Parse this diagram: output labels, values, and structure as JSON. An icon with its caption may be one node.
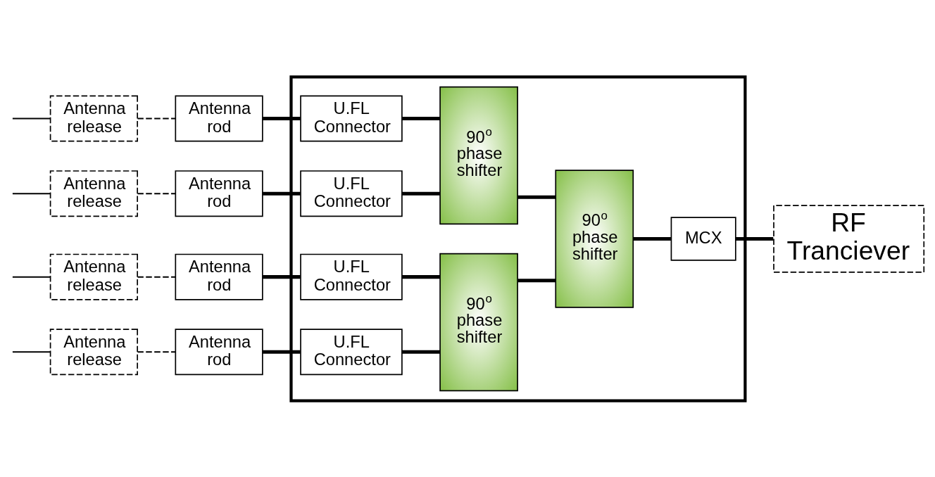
{
  "diagram": {
    "nodes": [
      {
        "text": [],
        "shape": "box"
      },
      {
        "text": [
          "Antenna release"
        ]
      },
      {
        "text": [
          "Antenna rod"
        ]
      },
      {
        "text": [
          "U.FL Connector"
        ],
        "in": 0
      },
      {
        "text": [
          "Antenna release"
        ]
      },
      {
        "text": [
          "Antenna rod"
        ]
      },
      {
        "text": [
          "U.FL Connector"
        ],
        "in": 0
      },
      {
        "text": [
          "90$^{o}$ phase shifter"
        ],
        "in": 0
      },
      {
        "text": [
          "90$^{o}$ phase shifter"
        ],
        "in": 0
      },
      {
        "text": [
          "MCX"
        ],
        "in": 0
      },
      {
        "text": [
          "RF Tranciever"
        ]
      },
      {
        "text": [
          "Antenna release"
        ]
      },
      {
        "text": [
          "Antenna rod"
        ]
      },
      {
        "text": [
          "U.FL Connector"
        ],
        "in": 0
      },
      {
        "text": [
          "Antenna release"
        ]
      },
      {
        "text": [
          "Antenna rod"
        ]
      },
      {
        "text": [
          "U.FL Connector"
        ],
        "in": 0
      },
      {
        "text": [
          "90$^{o}$ phase shifter"
        ],
        "in": 0
      }
    ],
    "edges": [
      {
        "from": null,
        "to": 1,
        "arrow": "none"
      },
      {
        "from": 1,
        "to": 2,
        "arrow": "none",
        "style": "dashed"
      },
      {
        "from": 2,
        "to": 3,
        "arrow": "none"
      },
      {
        "from": null,
        "to": 4,
        "arrow": "none"
      },
      {
        "from": 4,
        "to": 5,
        "arrow": "none",
        "style": "dashed"
      },
      {
        "from": 5,
        "to": 6,
        "arrow": "none"
      },
      {
        "from": 3,
        "to": 7,
        "arrow": "none"
      },
      {
        "from": 6,
        "to": 7,
        "arrow": "none"
      },
      {
        "from": 7,
        "to": 8,
        "arrow": "none"
      },
      {
        "from": 8,
        "to": 9,
        "arrow": "none"
      },
      {
        "from": 9,
        "to": 10,
        "arrow": "none"
      },
      {
        "from": null,
        "to": 11,
        "arrow": "none"
      },
      {
        "from": 11,
        "to": 12,
        "arrow": "none",
        "style": "dashed"
      },
      {
        "from": 12,
        "to": 13,
        "arrow": "none"
      },
      {
        "from": null,
        "to": 14,
        "arrow": "none"
      },
      {
        "from": 14,
        "to": 15,
        "arrow": "none",
        "style": "dashed"
      },
      {
        "from": 15,
        "to": 16,
        "arrow": "none"
      },
      {
        "from": 13,
        "to": 17,
        "arrow": "none"
      },
      {
        "from": 16,
        "to": 17,
        "arrow": "none"
      },
      {
        "from": 17,
        "to": 8,
        "arrow": "none"
      }
    ]
  }
}
